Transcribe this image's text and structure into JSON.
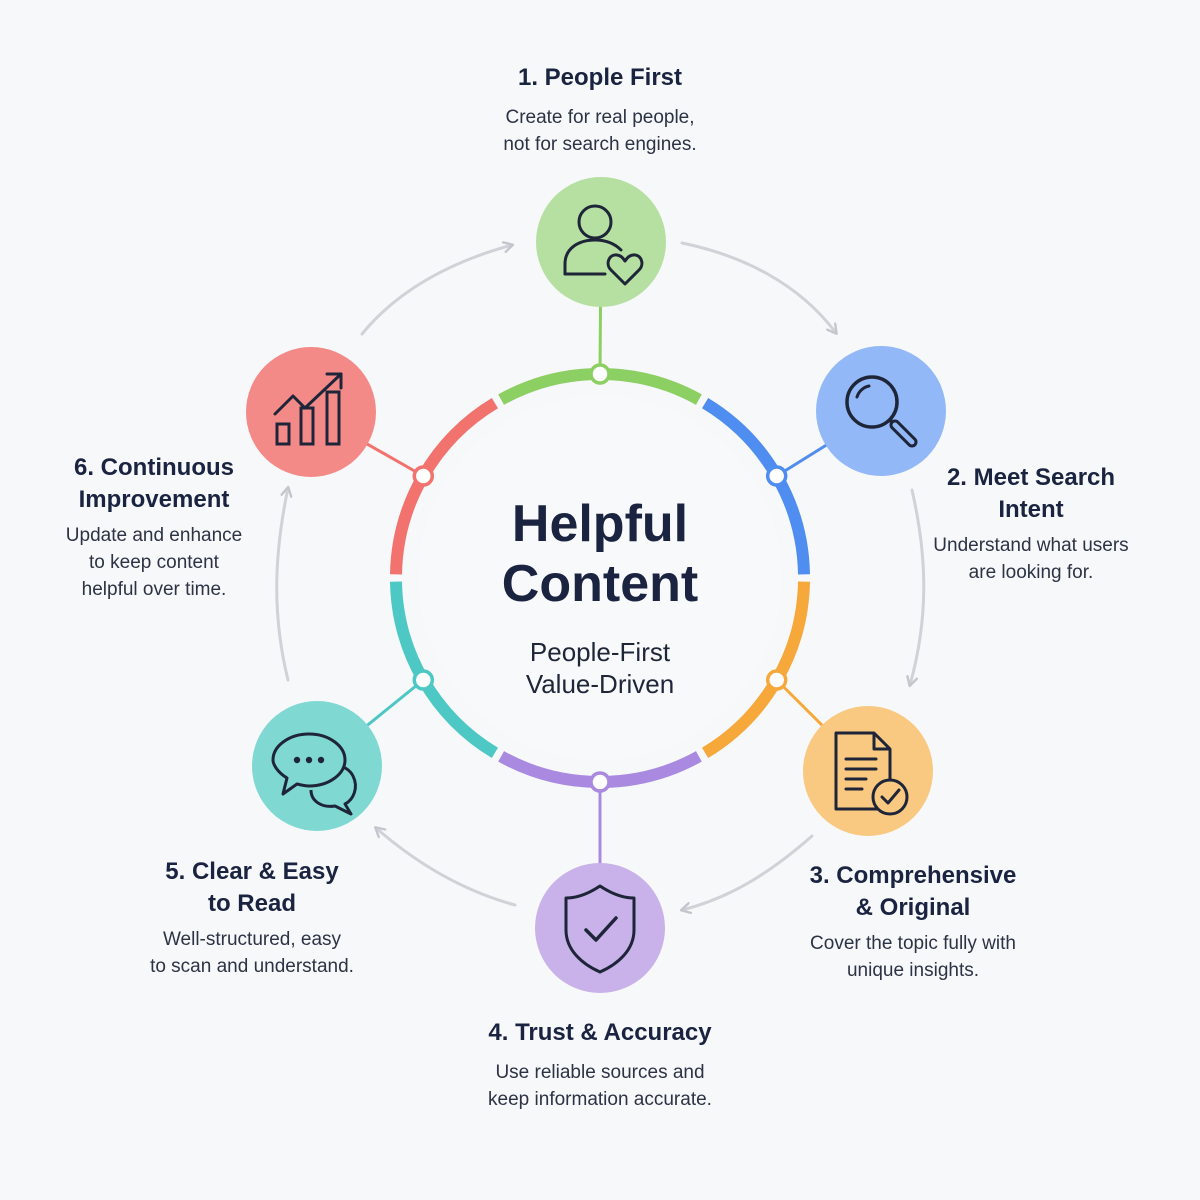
{
  "center": {
    "title": "Helpful\nContent",
    "subtitle": "People-First\nValue-Driven"
  },
  "steps": [
    {
      "title": "1. People First",
      "desc": "Create for real people,\nnot for search engines.",
      "icon": "person-heart-icon",
      "color": "#b5e0a1",
      "ring_color": "#8ccf63"
    },
    {
      "title": "2. Meet Search\nIntent",
      "desc": "Understand what users\nare looking for.",
      "icon": "magnifier-icon",
      "color": "#93b8f7",
      "ring_color": "#4f8ef0"
    },
    {
      "title": "3. Comprehensive\n& Original",
      "desc": "Cover the topic fully with\nunique insights.",
      "icon": "document-check-icon",
      "color": "#f9c982",
      "ring_color": "#f6a83a"
    },
    {
      "title": "4. Trust & Accuracy",
      "desc": "Use reliable sources and\nkeep information accurate.",
      "icon": "shield-check-icon",
      "color": "#c9b1ea",
      "ring_color": "#a98ae0"
    },
    {
      "title": "5. Clear & Easy\nto Read",
      "desc": "Well-structured, easy\nto scan and understand.",
      "icon": "chat-bubbles-icon",
      "color": "#80d8d3",
      "ring_color": "#4ec8c4"
    },
    {
      "title": "6. Continuous\nImprovement",
      "desc": "Update and enhance\nto keep content\nhelpful over time.",
      "icon": "growth-chart-icon",
      "color": "#f48a87",
      "ring_color": "#f2726e"
    }
  ]
}
